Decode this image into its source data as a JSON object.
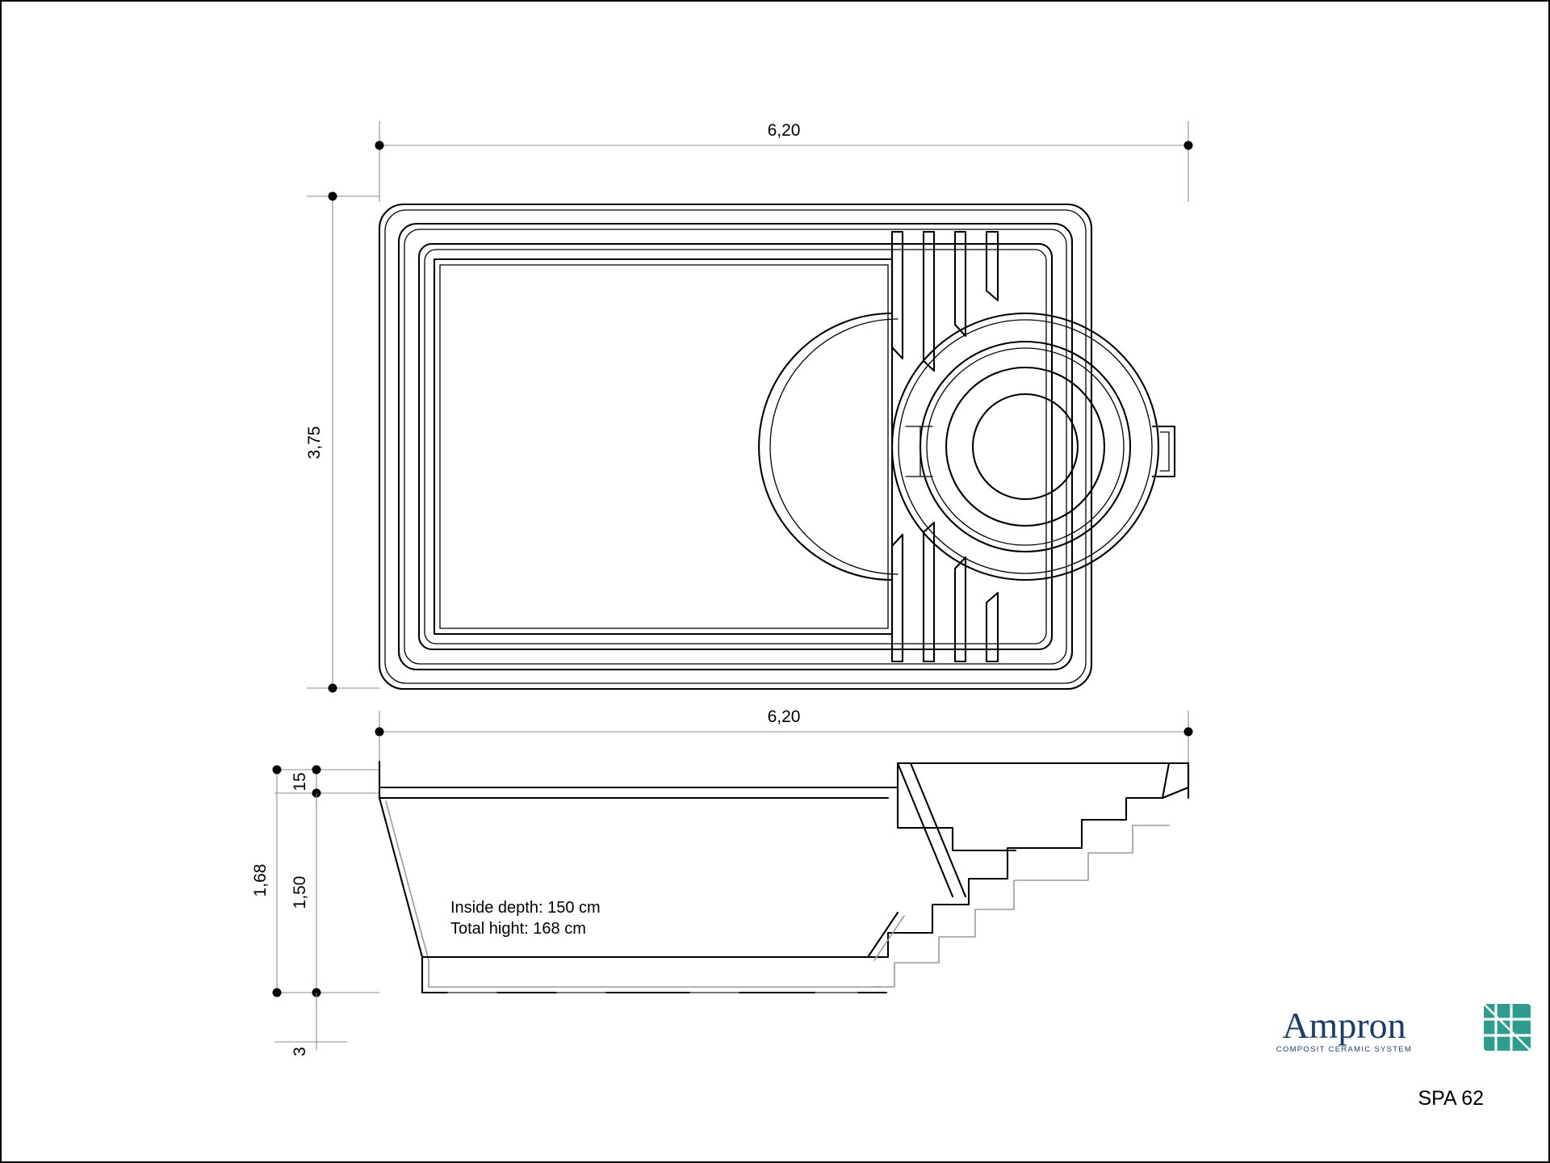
{
  "sheet": {
    "background": "#ffffff",
    "line_color": "#000000",
    "dim_color": "#8c8c8c"
  },
  "plan_view": {
    "name": "pool-plan-view",
    "width_dimension": "6,20",
    "height_dimension": "3,75"
  },
  "section_view": {
    "name": "pool-section-view",
    "width_dimension": "6,20",
    "dimensions": {
      "coping": "15",
      "inside_depth": "1,50",
      "total_height": "1,68",
      "base": "3"
    },
    "notes": {
      "line1": "Inside depth: 150 cm",
      "line2": "Total hight:  168 cm"
    }
  },
  "branding": {
    "logo_text": "Ampron",
    "logo_tagline": "COMPOSIT CERAMIC SYSTEM",
    "logo_color": "#1d3c6e",
    "logo_mark_color": "#2e9d8f",
    "model_title": "SPA 62"
  }
}
